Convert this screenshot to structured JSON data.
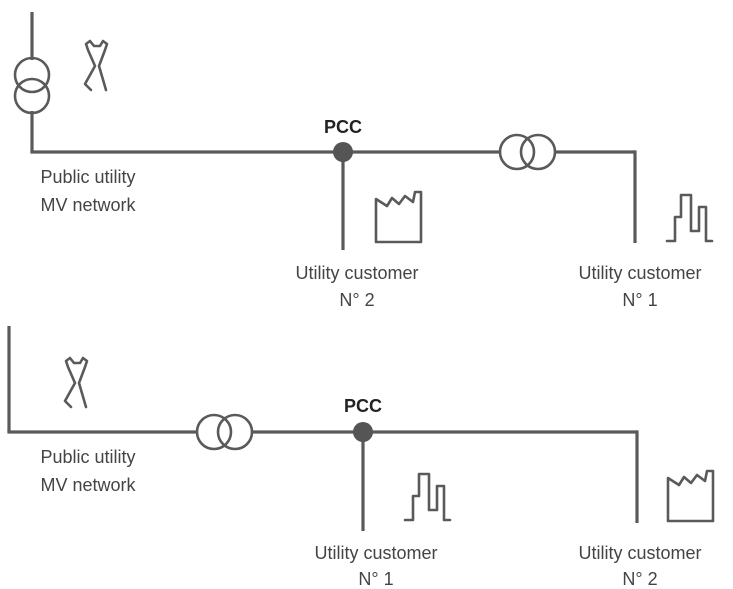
{
  "colors": {
    "line": "#5a5a5a",
    "text": "#444444",
    "pcc_text": "#222222"
  },
  "diagram_top": {
    "pcc_label": "PCC",
    "network_label": [
      "Public utility",
      "MV network"
    ],
    "customer_mid_label": [
      "Utility customer",
      "N° 2"
    ],
    "customer_mid_icon": "factory-icon",
    "customer_right_label": [
      "Utility customer",
      "N° 1"
    ],
    "customer_right_icon": "load-profile-icon"
  },
  "diagram_bottom": {
    "pcc_label": "PCC",
    "network_label": [
      "Public utility",
      "MV network"
    ],
    "customer_mid_label": [
      "Utility customer",
      "N° 1"
    ],
    "customer_mid_icon": "load-profile-icon",
    "customer_right_label": [
      "Utility customer",
      "N° 2"
    ],
    "customer_right_icon": "factory-icon"
  }
}
